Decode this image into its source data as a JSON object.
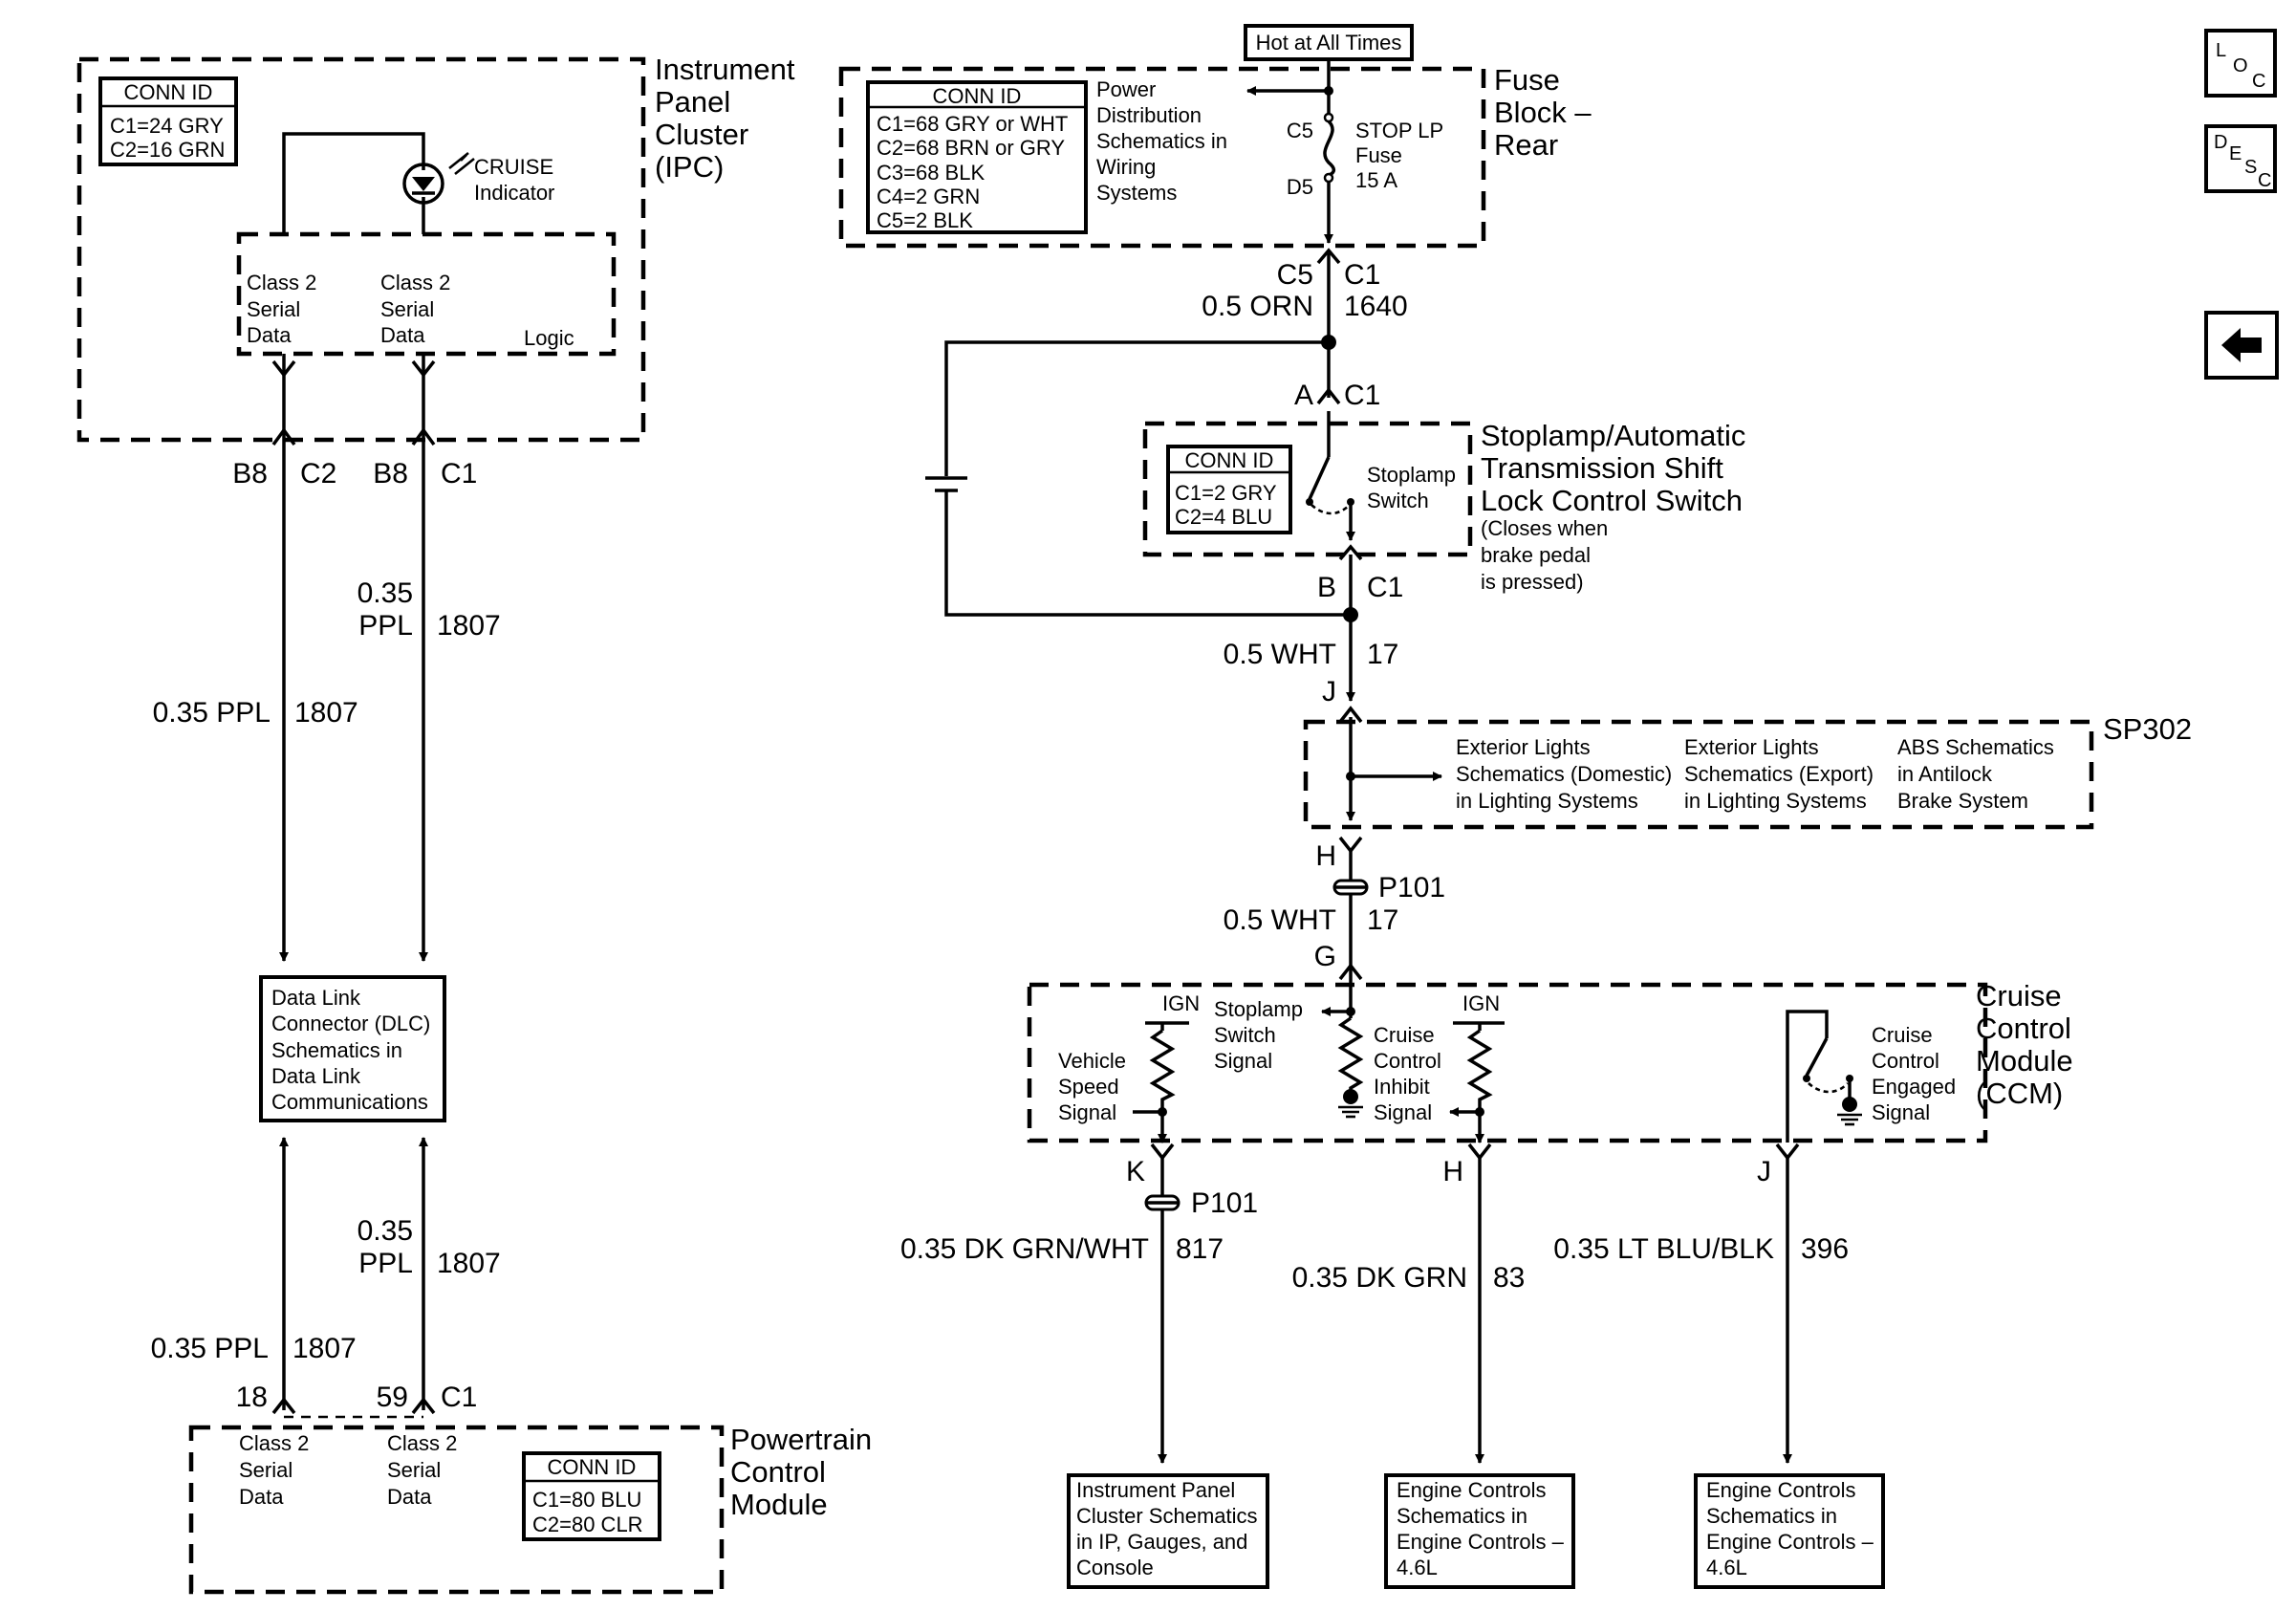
{
  "header": {
    "hot_label": "Hot at All Times"
  },
  "nav": {
    "loc": [
      "L",
      "O",
      "C"
    ],
    "desc": [
      "D",
      "E",
      "S",
      "C"
    ]
  },
  "ipc": {
    "title": [
      "Instrument",
      "Panel",
      "Cluster",
      "(IPC)"
    ],
    "conn_title": "CONN ID",
    "conn": [
      "C1=24 GRY",
      "C2=16 GRN"
    ],
    "indicator": [
      "CRUISE",
      "Indicator"
    ],
    "data_a": [
      "Class 2",
      "Serial",
      "Data"
    ],
    "data_b": [
      "Class 2",
      "Serial",
      "Data"
    ],
    "logic": "Logic",
    "pins": [
      "B8",
      "C2",
      "B8",
      "C1"
    ]
  },
  "left_wires": {
    "w1_gauge": "0.35",
    "w1_color": "PPL",
    "w1_circuit": "1807",
    "w2": "0.35 PPL",
    "w2_circuit": "1807",
    "w3_gauge": "0.35",
    "w3_color": "PPL",
    "w3_circuit": "1807",
    "w4": "0.35 PPL",
    "w4_circuit": "1807"
  },
  "dlc": [
    "Data Link",
    "Connector (DLC)",
    "Schematics in",
    "Data Link",
    "Communications"
  ],
  "pcm": {
    "title": [
      "Powertrain",
      "Control",
      "Module"
    ],
    "pins": [
      "18",
      "59",
      "C1"
    ],
    "data_a": [
      "Class 2",
      "Serial",
      "Data"
    ],
    "data_b": [
      "Class 2",
      "Serial",
      "Data"
    ],
    "conn_title": "CONN ID",
    "conn": [
      "C1=80 BLU",
      "C2=80 CLR"
    ]
  },
  "fuse_block": {
    "title": [
      "Fuse",
      "Block –",
      "Rear"
    ],
    "conn_title": "CONN ID",
    "conn": [
      "C1=68 GRY or WHT",
      "C2=68 BRN or GRY",
      "C3=68 BLK",
      "C4=2 GRN",
      "C5=2 BLK"
    ],
    "power_ref": [
      "Power",
      "Distribution",
      "Schematics in",
      "Wiring",
      "Systems"
    ],
    "c5": "C5",
    "d5": "D5",
    "fuse": [
      "STOP LP",
      "Fuse",
      "15 A"
    ]
  },
  "main_wires": {
    "c5": "C5",
    "c1": "C1",
    "gauge1": "0.5 ORN",
    "circuit1": "1640",
    "a": "A",
    "a_c1": "C1",
    "b": "B",
    "b_c1": "C1",
    "gauge2": "0.5 WHT",
    "circuit2": "17",
    "j": "J",
    "h": "H",
    "p101a": "P101",
    "gauge3": "0.5 WHT",
    "circuit3": "17",
    "g": "G"
  },
  "stoplamp_switch": {
    "title": [
      "Stoplamp/Automatic",
      "Transmission Shift",
      "Lock Control Switch"
    ],
    "note": [
      "(Closes when",
      "brake pedal",
      "is pressed)"
    ],
    "conn_title": "CONN ID",
    "conn": [
      "C1=2 GRY",
      "C2=4 BLU"
    ],
    "switch_label": [
      "Stoplamp",
      "Switch"
    ]
  },
  "sp302": {
    "name": "SP302",
    "ref1": [
      "Exterior Lights",
      "Schematics (Domestic)",
      "in Lighting Systems"
    ],
    "ref2": [
      "Exterior Lights",
      "Schematics (Export)",
      "in Lighting Systems"
    ],
    "ref3": [
      "ABS Schematics",
      "in Antilock",
      "Brake System"
    ]
  },
  "ccm": {
    "title": [
      "Cruise",
      "Control",
      "Module",
      "(CCM)"
    ],
    "ign1": "IGN",
    "ign2": "IGN",
    "vss": [
      "Vehicle",
      "Speed",
      "Signal"
    ],
    "stoplamp_sig": [
      "Stoplamp",
      "Switch",
      "Signal"
    ],
    "inhibit": [
      "Cruise",
      "Control",
      "Inhibit",
      "Signal"
    ],
    "engaged": [
      "Cruise",
      "Control",
      "Engaged",
      "Signal"
    ]
  },
  "outputs": {
    "k": "K",
    "p101b": "P101",
    "h": "H",
    "j": "J",
    "w1": "0.35 DK GRN/WHT",
    "w1_circuit": "817",
    "w2": "0.35 DK GRN",
    "w2_circuit": "83",
    "w3": "0.35 LT BLU/BLK",
    "w3_circuit": "396"
  },
  "dest": {
    "ipc": [
      "Instrument Panel",
      "Cluster Schematics",
      "in IP, Gauges, and",
      "Console"
    ],
    "eng1": [
      "Engine Controls",
      "Schematics in",
      "Engine Controls –",
      "4.6L"
    ],
    "eng2": [
      "Engine Controls",
      "Schematics in",
      "Engine Controls –",
      "4.6L"
    ]
  }
}
